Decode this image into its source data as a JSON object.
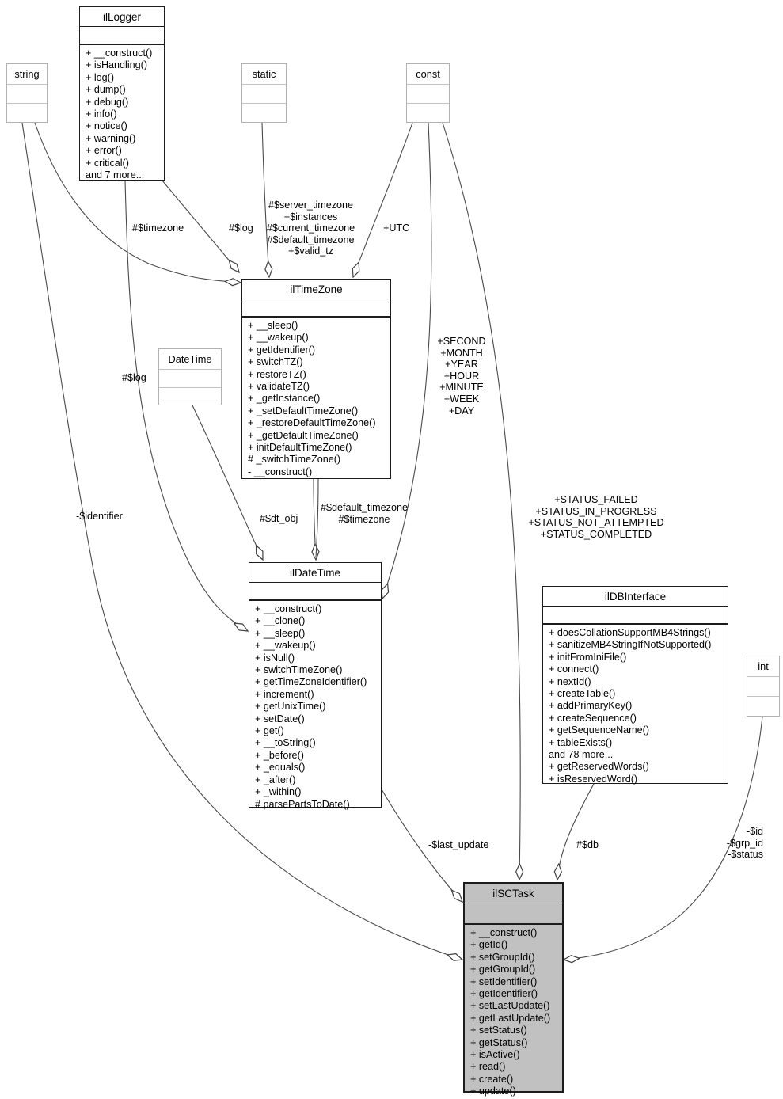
{
  "diagram_title": "UML class diagram",
  "colors": {
    "highlight_fill": "#c1c1c1",
    "class_border": "#1c1c1c",
    "type_border": "#b2b2b2",
    "edge_stroke": "#3f3f3f",
    "background": "#ffffff"
  },
  "classes": {
    "ilLogger": {
      "title": "ilLogger",
      "methods": [
        "+ __construct()",
        "+ isHandling()",
        "+ log()",
        "+ dump()",
        "+ debug()",
        "+ info()",
        "+ notice()",
        "+ warning()",
        "+ error()",
        "+ critical()",
        "and 7 more..."
      ]
    },
    "ilTimeZone": {
      "title": "ilTimeZone",
      "methods": [
        "+ __sleep()",
        "+ __wakeup()",
        "+ getIdentifier()",
        "+ switchTZ()",
        "+ restoreTZ()",
        "+ validateTZ()",
        "+ _getInstance()",
        "+ _setDefaultTimeZone()",
        "+ _restoreDefaultTimeZone()",
        "+ _getDefaultTimeZone()",
        "+ initDefaultTimeZone()",
        "# _switchTimeZone()",
        "- __construct()"
      ]
    },
    "ilDateTime": {
      "title": "ilDateTime",
      "methods": [
        "+ __construct()",
        "+ __clone()",
        "+ __sleep()",
        "+ __wakeup()",
        "+ isNull()",
        "+ switchTimeZone()",
        "+ getTimeZoneIdentifier()",
        "+ increment()",
        "+ getUnixTime()",
        "+ setDate()",
        "+ get()",
        "+ __toString()",
        "+ _before()",
        "+ _equals()",
        "+ _after()",
        "+ _within()",
        "# parsePartsToDate()"
      ]
    },
    "ilDBInterface": {
      "title": "ilDBInterface",
      "methods": [
        "+ doesCollationSupportMB4Strings()",
        "+ sanitizeMB4StringIfNotSupported()",
        "+ initFromIniFile()",
        "+ connect()",
        "+ nextId()",
        "+ createTable()",
        "+ addPrimaryKey()",
        "+ createSequence()",
        "+ getSequenceName()",
        "+ tableExists()",
        "and 78 more...",
        "+ getReservedWords()",
        "+ isReservedWord()"
      ]
    },
    "ilSCTask": {
      "title": "ilSCTask",
      "methods": [
        "+ __construct()",
        "+ getId()",
        "+ setGroupId()",
        "+ getGroupId()",
        "+ setIdentifier()",
        "+ getIdentifier()",
        "+ setLastUpdate()",
        "+ getLastUpdate()",
        "+ setStatus()",
        "+ getStatus()",
        "+ isActive()",
        "+ read()",
        "+ create()",
        "+ update()"
      ]
    }
  },
  "types": {
    "string": {
      "title": "string"
    },
    "static": {
      "title": "static"
    },
    "const": {
      "title": "const"
    },
    "DateTime": {
      "title": "DateTime"
    },
    "int": {
      "title": "int"
    }
  },
  "edge_labels": {
    "timezone": "#$timezone",
    "log_to_timezone": "#$log",
    "static_to_timezone": "#$server_timezone\n+$instances\n#$current_timezone\n#$default_timezone\n+$valid_tz",
    "utc": "+UTC",
    "const_to_datetime": "+SECOND\n+MONTH\n+YEAR\n+HOUR\n+MINUTE\n+WEEK\n+DAY",
    "log_to_datetime": "#$log",
    "dt_obj": "#$dt_obj",
    "timezone_to_datetime": "#$default_timezone\n#$timezone",
    "identifier": "-$identifier",
    "const_to_sctask": "+STATUS_FAILED\n+STATUS_IN_PROGRESS\n+STATUS_NOT_ATTEMPTED\n+STATUS_COMPLETED",
    "last_update": "-$last_update",
    "db": "#$db",
    "int_to_sctask": "-$id\n-$grp_id\n-$status"
  }
}
